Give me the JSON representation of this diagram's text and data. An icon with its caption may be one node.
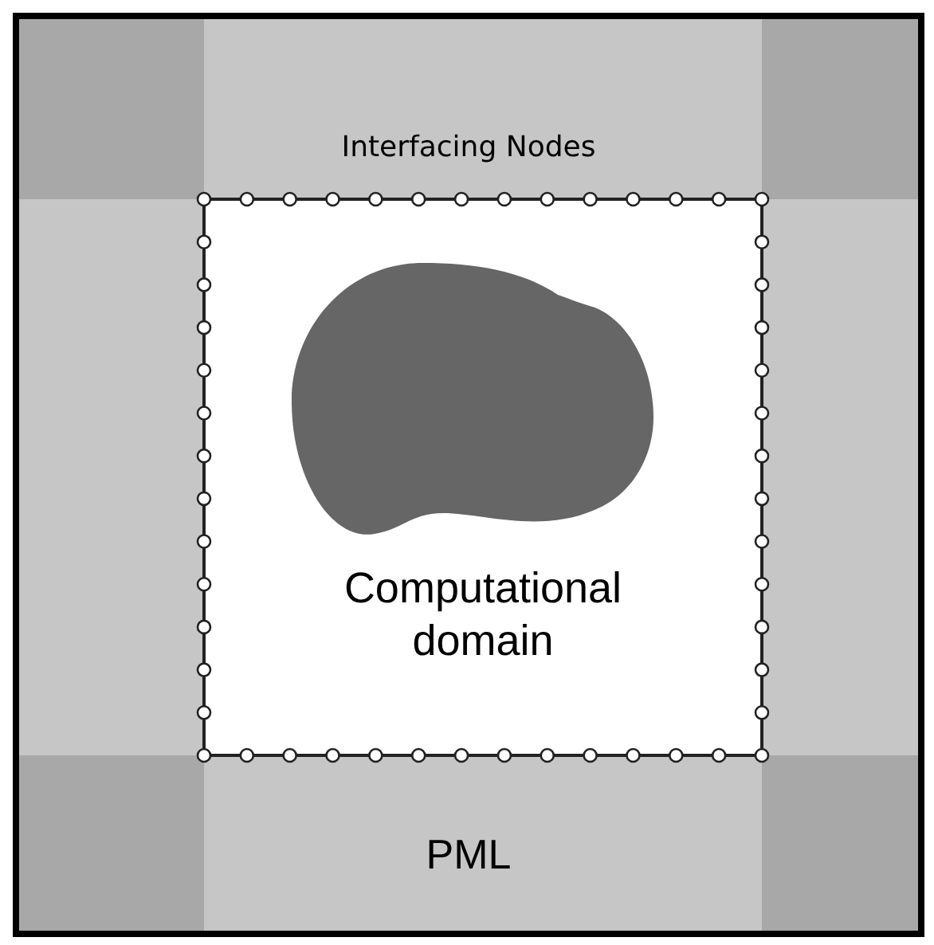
{
  "diagram": {
    "nodes": [
      {
        "text": [
          "PML"
        ]
      },
      {
        "text": [
          "Computational domain"
        ],
        "in": 0
      },
      {
        "text": [],
        "shape": "blob",
        "in": 1
      }
    ],
    "labels": [
      "Interfacing Nodes"
    ]
  }
}
